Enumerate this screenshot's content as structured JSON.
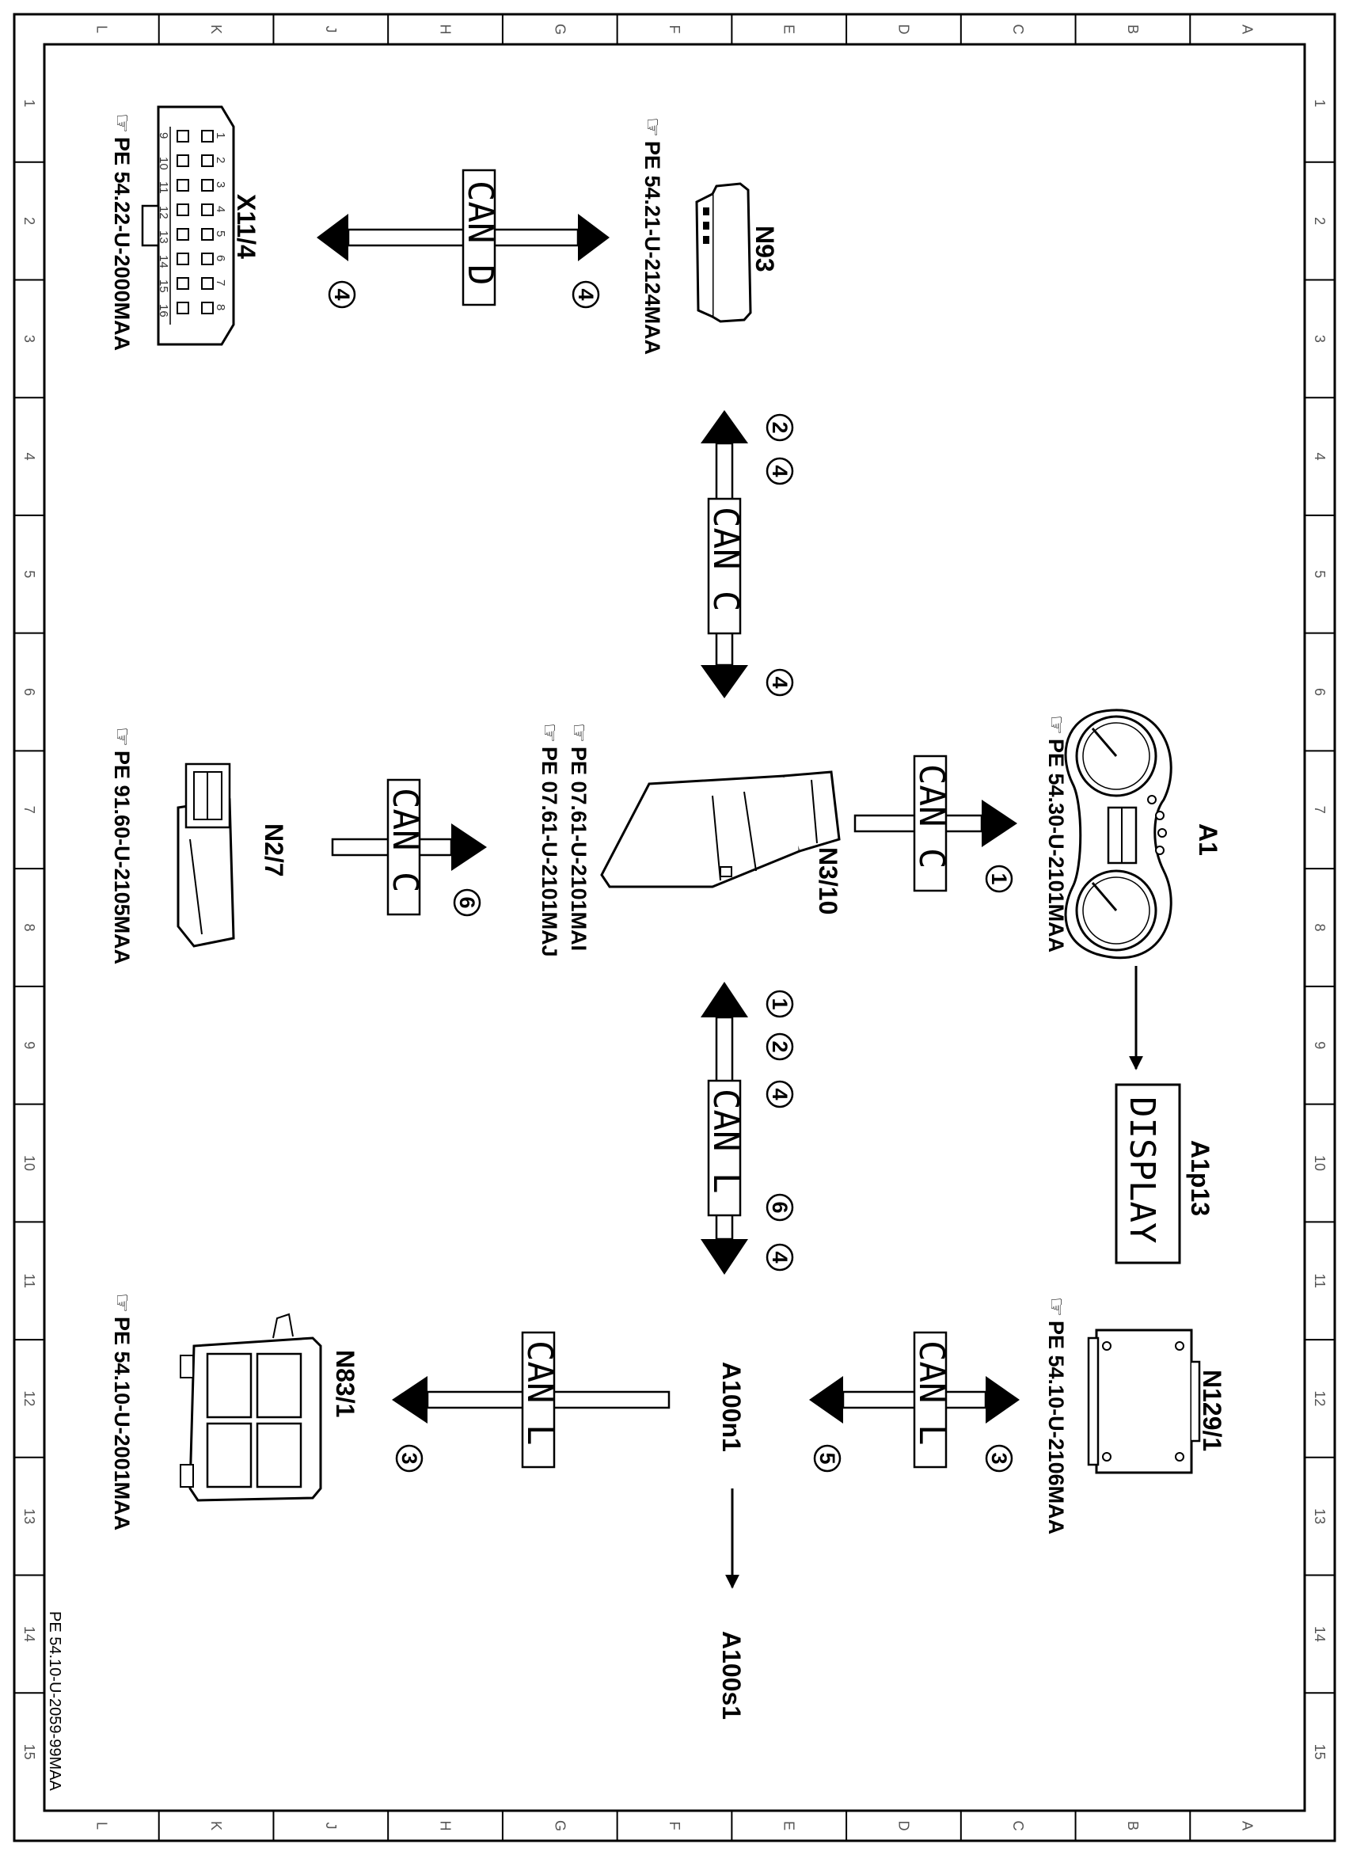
{
  "sheet": {
    "grid_letters": [
      "A",
      "B",
      "C",
      "D",
      "E",
      "F",
      "G",
      "H",
      "J",
      "K",
      "L"
    ],
    "grid_numbers": [
      "1",
      "2",
      "3",
      "4",
      "5",
      "6",
      "7",
      "8",
      "9",
      "10",
      "11",
      "12",
      "13",
      "14",
      "15"
    ],
    "footer_code": "PE 54.10-U-2059-99MAA"
  },
  "components": {
    "x11_4": {
      "name": "X11/4",
      "ref": "PE  54.22-U-2000MAA",
      "pins_top": [
        "1",
        "2",
        "3",
        "4",
        "5",
        "6",
        "7",
        "8"
      ],
      "pins_bottom": [
        "9",
        "10",
        "11",
        "12",
        "13",
        "14",
        "15",
        "16"
      ]
    },
    "n93": {
      "name": "N93",
      "ref": "PE  54.21-U-2124MAA"
    },
    "a1": {
      "name": "A1",
      "ref": "PE  54.30-U-2101MAA"
    },
    "a1p13": {
      "name": "A1p13",
      "display_text": "DISPLAY"
    },
    "n3_10": {
      "name": "N3/10",
      "ref1": "PE  07.61-U-2101MAI",
      "ref2": "PE  07.61-U-2101MAJ"
    },
    "n2_7": {
      "name": "N2/7",
      "ref": "PE  91.60-U-2105MAA"
    },
    "n129_1": {
      "name": "N129/1",
      "ref": "PE  54.10-U-2106MAA"
    },
    "a100n1": {
      "name": "A100n1"
    },
    "a100s1": {
      "name": "A100s1"
    },
    "n83_1": {
      "name": "N83/1",
      "ref": "PE  54.10-U-2001MAA"
    }
  },
  "buses": {
    "can_d": "CAN D",
    "can_c_upper": "CAN C",
    "can_c_a1": "CAN C",
    "can_c_n27": "CAN C",
    "can_l_center": "CAN L",
    "can_l_n129": "CAN L",
    "can_l_n83": "CAN L"
  },
  "callouts": {
    "can_d_left": "4",
    "can_d_right": "4",
    "can_c_top_a": "2",
    "can_c_top_b": "4",
    "can_c_bottom": "4",
    "can_c_a1": "1",
    "can_c_n27": "6",
    "can_l_top_a": "1",
    "can_l_top_b": "2",
    "can_l_top_c": "4",
    "can_l_bottom_a": "6",
    "can_l_bottom_b": "4",
    "can_l_n129_right": "3",
    "can_l_n129_left": "5",
    "can_l_n83": "3"
  }
}
